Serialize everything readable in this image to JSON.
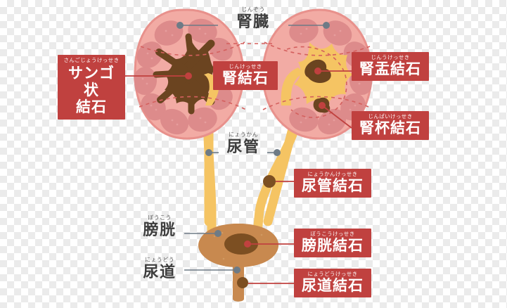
{
  "diagram": {
    "title_visible": false,
    "subject": "urinary-tract-stones",
    "background": "transparency-checkerboard"
  },
  "colors": {
    "callout_bg": "#c0413f",
    "callout_text": "#ffffff",
    "plain_text": "#3e3e3e",
    "kidney_cortex": "#f0a7a0",
    "kidney_outline": "#e8918c",
    "kidney_pyramid": "#dd8b8b",
    "renal_pelvis": "#f5c463",
    "ureter": "#f5c463",
    "bladder": "#c8894f",
    "stone_dark": "#6b4420",
    "stone_mid": "#7c4f22",
    "dashed_line": "#d4605e",
    "leader_red": "#c0413f",
    "leader_gray": "#6e7b86"
  },
  "callouts": [
    {
      "id": "staghorn",
      "furigana": "さんごじょうけっせき",
      "label": "サンゴ状\n結石",
      "romaji_meaning": "staghorn calculus"
    },
    {
      "id": "kidney-stone",
      "furigana": "じんけっせき",
      "label": "腎結石",
      "romaji_meaning": "kidney stone"
    },
    {
      "id": "renal-pelvic-stone",
      "furigana": "じんうけっせき",
      "label": "腎盂結石",
      "romaji_meaning": "renal pelvic stone"
    },
    {
      "id": "calyceal-stone",
      "furigana": "じんぱいけっせき",
      "label": "腎杯結石",
      "romaji_meaning": "renal calyceal stone"
    },
    {
      "id": "ureteral-stone",
      "furigana": "にょうかんけっせき",
      "label": "尿管結石",
      "romaji_meaning": "ureteral stone"
    },
    {
      "id": "bladder-stone",
      "furigana": "ぼうこうけっせき",
      "label": "膀胱結石",
      "romaji_meaning": "bladder stone"
    },
    {
      "id": "urethral-stone",
      "furigana": "にょうどうけっせき",
      "label": "尿道結石",
      "romaji_meaning": "urethral stone"
    }
  ],
  "anatomy_labels": [
    {
      "id": "kidney",
      "furigana": "じんぞう",
      "label": "腎臓",
      "romaji_meaning": "kidney"
    },
    {
      "id": "ureter",
      "furigana": "にょうかん",
      "label": "尿管",
      "romaji_meaning": "ureter"
    },
    {
      "id": "bladder",
      "furigana": "ぼうこう",
      "label": "膀胱",
      "romaji_meaning": "bladder"
    },
    {
      "id": "urethra",
      "furigana": "にょうどう",
      "label": "尿道",
      "romaji_meaning": "urethra"
    }
  ]
}
